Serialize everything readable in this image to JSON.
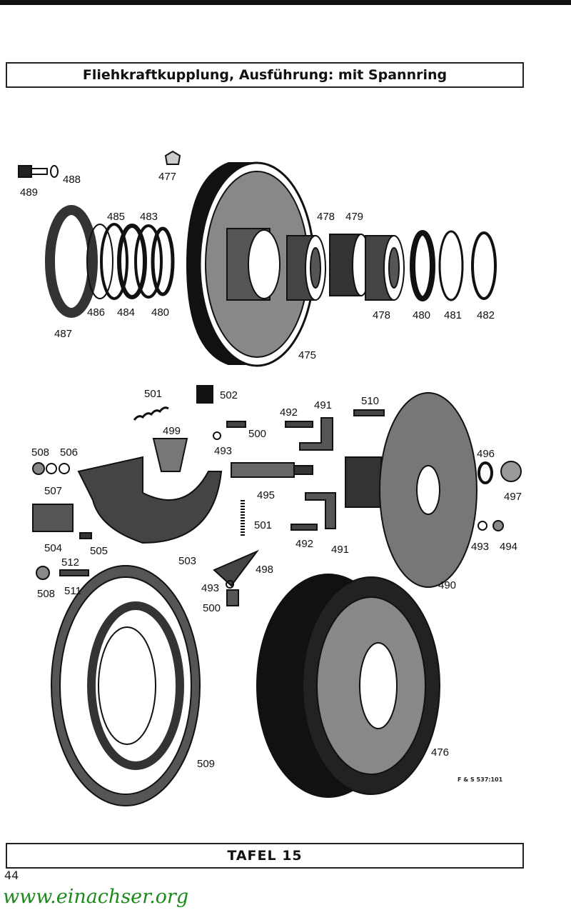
{
  "title": "Fliehkraftkupplung, Ausführung: mit Spannring",
  "footer": "TAFEL 15",
  "page_number": "44",
  "watermark": "www.einachser.org",
  "drawing_reference": "F & S 537:101",
  "part_labels": [
    "489",
    "488",
    "477",
    "485",
    "483",
    "478",
    "479",
    "486",
    "484",
    "480",
    "487",
    "478",
    "480",
    "481",
    "482",
    "475",
    "501",
    "502",
    "499",
    "492",
    "491",
    "510",
    "500",
    "493",
    "508",
    "506",
    "507",
    "495",
    "496",
    "497",
    "504",
    "505",
    "503",
    "501",
    "492",
    "491",
    "493",
    "494",
    "512",
    "511",
    "508",
    "498",
    "493",
    "500",
    "490",
    "509",
    "476"
  ]
}
